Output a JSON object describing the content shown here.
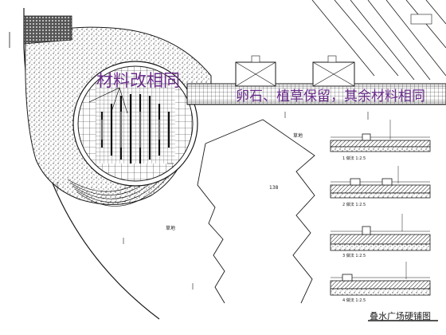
{
  "callouts": {
    "center_plaza": "材料改相同",
    "walkway": "卵石、植草保留，其余材料相同"
  },
  "drawing_title": "叠水广场硬铺图",
  "area_labels": {
    "lawn": "草地",
    "building": "138",
    "small_label": "草地"
  },
  "section_labels": [
    "1 做法 1:2.5",
    "2 做法 1:2.5",
    "3 做法 1:2.5",
    "4 做法 1:2.5"
  ],
  "colors": {
    "linework": "#1a1a1a",
    "annotation": "#6a2c8c",
    "hatch": "#333333"
  }
}
